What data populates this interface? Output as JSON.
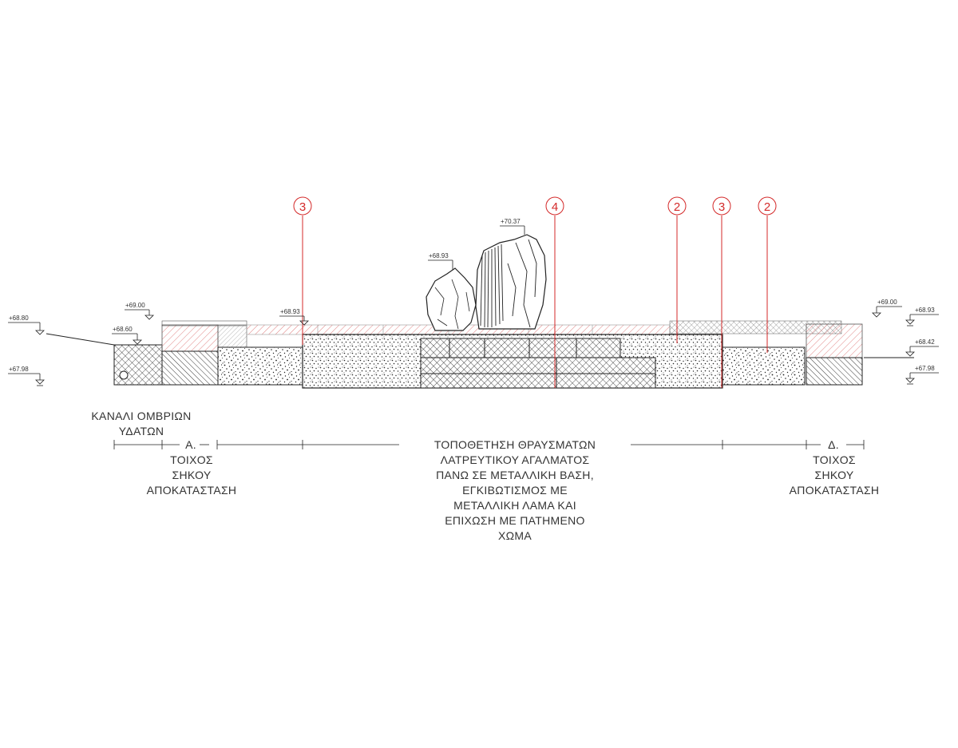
{
  "elevations": {
    "left_outer_top": "+68.80",
    "left_outer_bottom": "+67.98",
    "left_wall_top": "+69.00",
    "channel_top": "+68.60",
    "floor_left": "+68.93",
    "fragment_small_top": "+68.93",
    "fragment_large_top": "+70.37",
    "right_wall_top": "+69.00",
    "right_outer_top": "+68.93",
    "right_outer_mid": "+68.42",
    "right_outer_bottom": "+67.98"
  },
  "markers": [
    "3",
    "4",
    "2",
    "3",
    "2"
  ],
  "labels": {
    "channel": [
      "ΚΑΝΑΛΙ ΟΜΒΡΙΩΝ",
      "ΥΔΑΤΩΝ"
    ],
    "left_wall_tag": "Α.",
    "left_wall": [
      "ΤΟΙΧΟΣ",
      "ΣΗΚΟΥ",
      "ΑΠΟΚΑΤΑΣΤΑΣΗ"
    ],
    "center": [
      "ΤΟΠΟΘΕΤΗΣΗ ΘΡΑΥΣΜΑΤΩΝ",
      "ΛΑΤΡΕΥΤΙΚΟΥ ΑΓΑΛΜΑΤΟΣ",
      "ΠΑΝΩ ΣΕ ΜΕΤΑΛΛΙΚΗ ΒΑΣΗ,",
      "ΕΓΚΙΒΩΤΙΣΜΟΣ ΜΕ",
      "ΜΕΤΑΛΛΙΚΗ ΛΑΜΑ ΚΑΙ",
      "ΕΠΙΧΩΣΗ ΜΕ ΠΑΤΗΜΕΝΟ",
      "ΧΩΜΑ"
    ],
    "right_wall_tag": "Δ.",
    "right_wall": [
      "ΤΟΙΧΟΣ",
      "ΣΗΚΟΥ",
      "ΑΠΟΚΑΤΑΣΤΑΣΗ"
    ]
  },
  "colors": {
    "line": "#222222",
    "marker": "#d42a2a",
    "stone_hatch": "#e08080"
  }
}
